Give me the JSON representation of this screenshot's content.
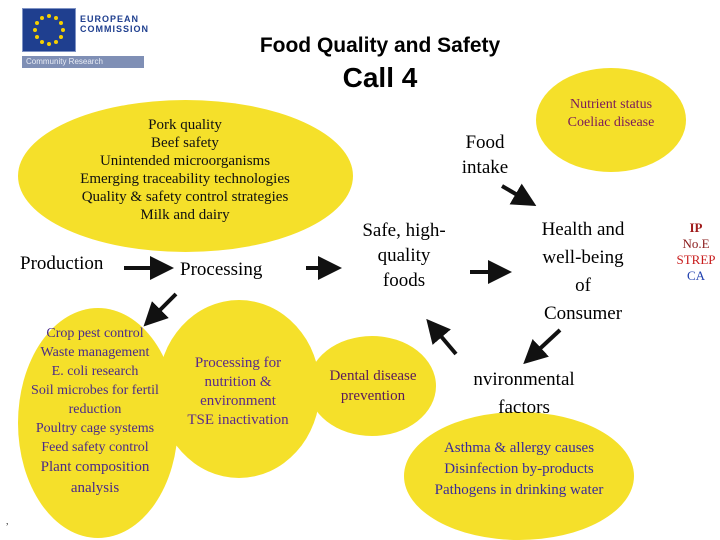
{
  "header": {
    "logo_line1": "EUROPEAN",
    "logo_line2": "COMMISSION",
    "logo_strip": "Community Research",
    "title": "Food Quality and Safety",
    "subtitle": "Call 4"
  },
  "nodes": {
    "production": "Production",
    "processing": "Processing",
    "safe_foods": [
      "Safe, high-",
      "quality",
      "foods"
    ],
    "food_intake": [
      "Food",
      "intake"
    ],
    "health": [
      "Health and",
      "well-being",
      "of",
      "Consumer"
    ],
    "environmental": [
      "nvironmental",
      "factors"
    ]
  },
  "clusters": {
    "top": [
      "Pork quality",
      "Beef safety",
      "Unintended microorganisms",
      "Emerging traceability technologies",
      "Quality & safety control strategies",
      "Milk and dairy"
    ],
    "nutrient": [
      "Nutrient status",
      "Coeliac disease"
    ],
    "crop": [
      "Crop pest control",
      "Waste management",
      "E. coli research",
      "Soil microbes for fertil",
      "reduction",
      "Poultry cage systems",
      "Feed safety control",
      "Plant composition",
      "analysis"
    ],
    "processing": [
      "Processing for",
      "nutrition &",
      "environment",
      "TSE inactivation"
    ],
    "dental": [
      "Dental disease",
      "prevention"
    ],
    "asthma": [
      "Asthma & allergy causes",
      "Disinfection by-products",
      "Pathogens in drinking water"
    ]
  },
  "legend": [
    "IP",
    "No.E",
    "STREP",
    "CA"
  ],
  "colors": {
    "ellipse_fill": "#f5e02a",
    "cluster_text": "#111111",
    "nutrient_text": "#7a1a5a",
    "crop_text": "#4a2a8a",
    "processing_text": "#5a2a8a",
    "dental_text": "#5a1a5a",
    "asthma_text": "#3a2a9a",
    "legend_ip": "#a01c1c",
    "legend_noe": "#8a1c1c",
    "legend_strep": "#c81c1c",
    "legend_ca": "#1f3fae"
  },
  "footer_mark": ","
}
